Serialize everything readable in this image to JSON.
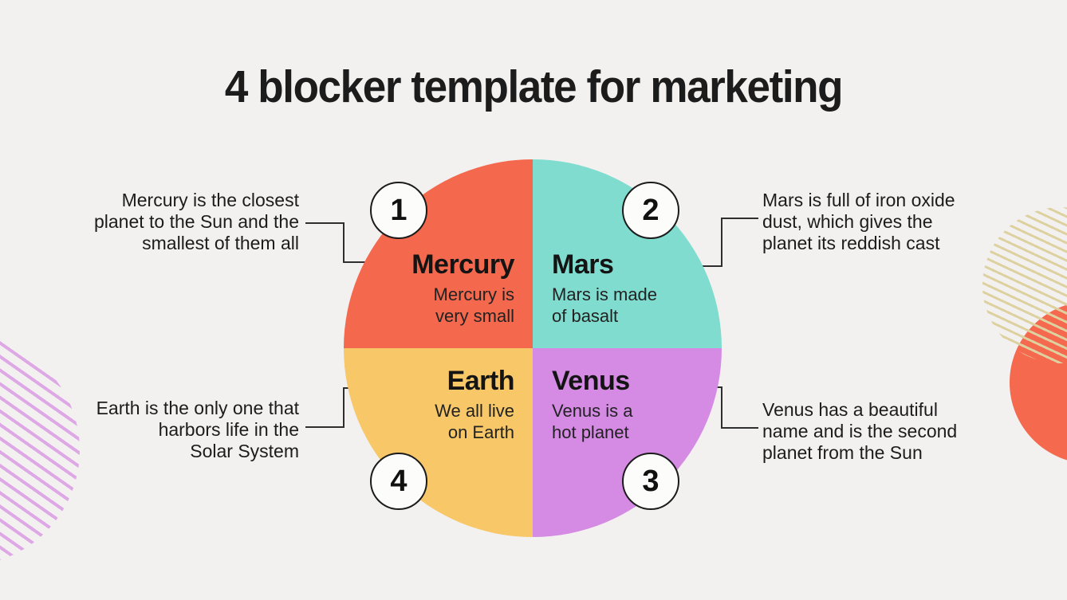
{
  "title": "4 blocker template for marketing",
  "blocks": {
    "mercury": {
      "number": "1",
      "name": "Mercury",
      "summary": "Mercury is\nvery small",
      "note": "Mercury is the closest\nplanet to the Sun and the\nsmallest of them all"
    },
    "mars": {
      "number": "2",
      "name": "Mars",
      "summary": "Mars is made\nof basalt",
      "note": "Mars is full of iron oxide\ndust, which gives the\nplanet its reddish cast"
    },
    "venus": {
      "number": "3",
      "name": "Venus",
      "summary": "Venus is a\nhot planet",
      "note": "Venus has a beautiful\nname and is the second\nplanet from the Sun"
    },
    "earth": {
      "number": "4",
      "name": "Earth",
      "summary": "We all live\non Earth",
      "note": "Earth is the only one that\nharbors life in the\nSolar System"
    }
  },
  "colors": {
    "page_bg": "#F2F1F0",
    "ink": "#1C1C1C",
    "mercury": "#F4684E",
    "mars": "#7FDCCE",
    "venus": "#D58BE4",
    "earth": "#F7C768",
    "connector": "#2F2F2F",
    "badge_bg": "#FCFCFB",
    "pink_stripe": "#DDA8E5",
    "tan_stripe": "#DDD1A0",
    "red_circle": "#F5694F"
  }
}
